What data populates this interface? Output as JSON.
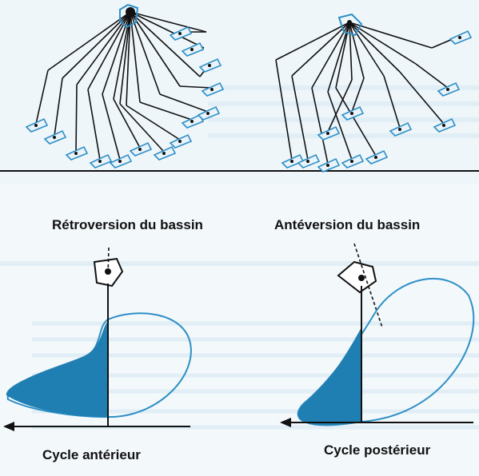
{
  "captions": {
    "retroversion": "Rétroversion du bassin",
    "anteversion": "Antéversion du bassin",
    "cycle_anterieur": "Cycle antérieur",
    "cycle_posterieur": "Cycle postérieur"
  },
  "colors": {
    "background": "#f3f8fb",
    "fill_blue": "#1f7fb2",
    "outline_blue": "#2e8fc6",
    "ink": "#111111"
  }
}
